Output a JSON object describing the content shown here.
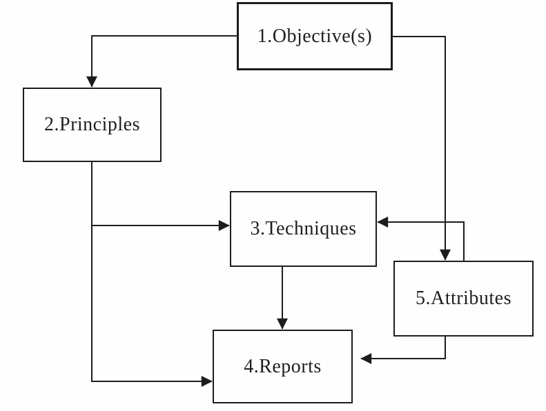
{
  "figure": {
    "type": "flowchart",
    "background_color": "#fefefe",
    "line_color": "#1c1c1c",
    "nodes": [
      {
        "id": "objectives",
        "label": "1.Objective(s)"
      },
      {
        "id": "principles",
        "label": "2.Principles"
      },
      {
        "id": "techniques",
        "label": "3.Techniques"
      },
      {
        "id": "reports",
        "label": "4.Reports"
      },
      {
        "id": "attributes",
        "label": "5.Attributes"
      }
    ],
    "edges": [
      {
        "from": "objectives",
        "to": "principles"
      },
      {
        "from": "objectives",
        "to": "attributes"
      },
      {
        "from": "principles",
        "to": "techniques"
      },
      {
        "from": "principles",
        "to": "reports"
      },
      {
        "from": "attributes",
        "to": "techniques"
      },
      {
        "from": "techniques",
        "to": "reports"
      },
      {
        "from": "attributes",
        "to": "reports"
      }
    ]
  }
}
